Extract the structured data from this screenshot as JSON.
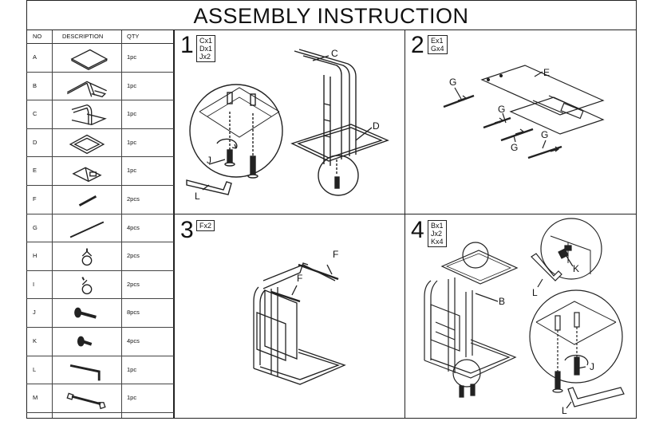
{
  "title": "ASSEMBLY INSTRUCTION",
  "parts_table": {
    "headers": {
      "no": "NO",
      "description": "DESCRIPTION",
      "qty": "QTY"
    },
    "rows": [
      {
        "no": "A",
        "qty": "1pc",
        "icon": "top-panel-icon"
      },
      {
        "no": "B",
        "qty": "1pc",
        "icon": "frame-b-icon"
      },
      {
        "no": "C",
        "qty": "1pc",
        "icon": "frame-c-icon"
      },
      {
        "no": "D",
        "qty": "1pc",
        "icon": "base-frame-icon"
      },
      {
        "no": "E",
        "qty": "1pc",
        "icon": "magazine-rack-icon"
      },
      {
        "no": "F",
        "qty": "2pcs",
        "icon": "short-rod-icon"
      },
      {
        "no": "G",
        "qty": "4pcs",
        "icon": "long-rod-icon"
      },
      {
        "no": "H",
        "qty": "2pcs",
        "icon": "clip-h-icon"
      },
      {
        "no": "I",
        "qty": "2pcs",
        "icon": "clip-i-icon"
      },
      {
        "no": "J",
        "qty": "8pcs",
        "icon": "long-bolt-icon"
      },
      {
        "no": "K",
        "qty": "4pcs",
        "icon": "short-bolt-icon"
      },
      {
        "no": "L",
        "qty": "1pc",
        "icon": "allen-key-icon"
      },
      {
        "no": "M",
        "qty": "1pc",
        "icon": "wrench-icon"
      }
    ]
  },
  "steps": [
    {
      "number": "1",
      "parts": [
        "Cx1",
        "Dx1",
        "Jx2"
      ],
      "labels": {
        "c": "C",
        "d": "D",
        "j": "J",
        "l": "L"
      }
    },
    {
      "number": "2",
      "parts": [
        "Ex1",
        "Gx4"
      ],
      "labels": {
        "e": "E",
        "g1": "G",
        "g2": "G",
        "g3": "G",
        "g4": "G"
      }
    },
    {
      "number": "3",
      "parts": [
        "Fx2"
      ],
      "labels": {
        "f1": "F",
        "f2": "F"
      }
    },
    {
      "number": "4",
      "parts": [
        "Bx1",
        "Jx2",
        "Kx4"
      ],
      "labels": {
        "b": "B",
        "k": "K",
        "l1": "L",
        "j": "J",
        "l2": "L"
      }
    }
  ]
}
